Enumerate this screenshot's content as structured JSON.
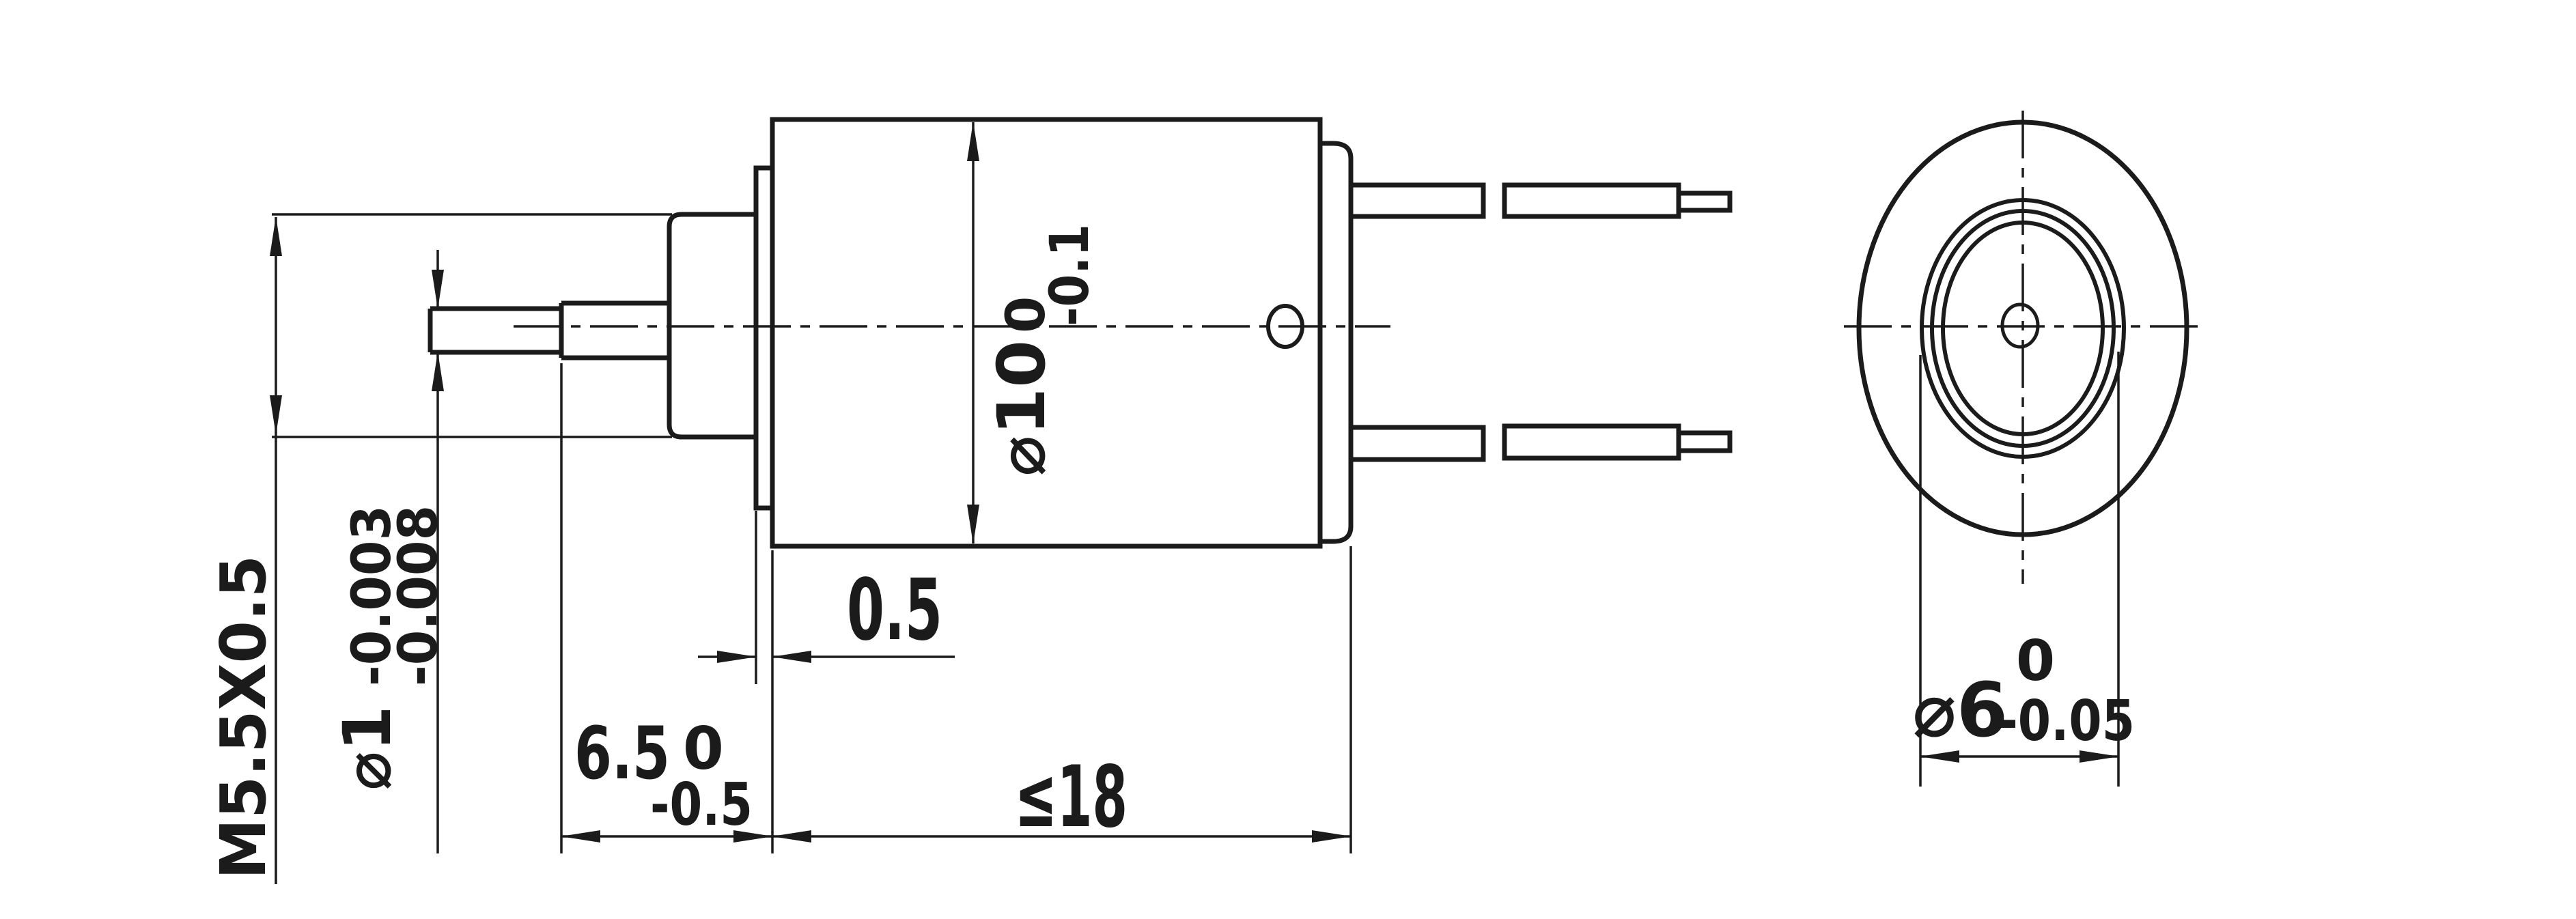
{
  "drawing": {
    "kind": "dimensioned mechanical drawing, front and side view of a small cylindrical motor/solenoid with shaft, threaded bushing and two terminal leads"
  },
  "colors": {
    "ink": "#1b1b1b",
    "background": "#ffffff"
  },
  "dimensions": {
    "thread_spec": "M5.5X0.5",
    "shaft_diameter": {
      "base": "⌀1",
      "upper": "-0.003",
      "lower": "-0.008"
    },
    "body_diameter": {
      "base": "⌀10",
      "upper": "0",
      "lower": "-0.1"
    },
    "plate_thickness": "0.5",
    "bushing_protrusion": {
      "base": "6.5",
      "upper": "0",
      "lower": "-0.5"
    },
    "overall_length": "≤18",
    "boss_diameter": {
      "base": "⌀6",
      "upper": "0",
      "lower": "-0.05"
    }
  }
}
